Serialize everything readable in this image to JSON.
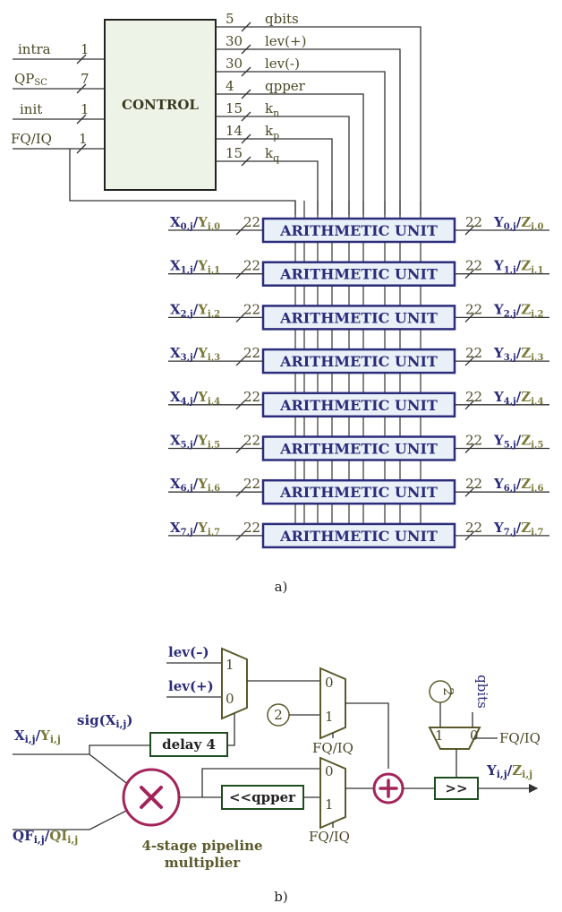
{
  "part_a": {
    "control_label": "CONTROL",
    "inputs": [
      {
        "name": "intra",
        "width": "1"
      },
      {
        "name_main": "QP",
        "name_sub": "SC",
        "width": "7"
      },
      {
        "name": "init",
        "width": "1"
      },
      {
        "name": "FQ/IQ",
        "width": "1"
      }
    ],
    "outputs": [
      {
        "width": "5",
        "name_main": "qbits",
        "name_sub": ""
      },
      {
        "width": "30",
        "name_main": "lev(+)",
        "name_sub": ""
      },
      {
        "width": "30",
        "name_main": "lev(-)",
        "name_sub": ""
      },
      {
        "width": "4",
        "name_main": "qpper",
        "name_sub": ""
      },
      {
        "width": "15",
        "name_main": "k",
        "name_sub": "n"
      },
      {
        "width": "14",
        "name_main": "k",
        "name_sub": "p"
      },
      {
        "width": "15",
        "name_main": "k",
        "name_sub": "q"
      }
    ],
    "unit_label": "ARITHMETIC UNIT",
    "unit_io_width": "22",
    "units": [
      {
        "in1": "X",
        "in1_sub": "0,j",
        "in2": "Y",
        "in2_sub": "i,0",
        "out1": "Y",
        "out1_sub": "0,j",
        "out2": "Z",
        "out2_sub": "i,0"
      },
      {
        "in1": "X",
        "in1_sub": "1,j",
        "in2": "Y",
        "in2_sub": "i,1",
        "out1": "Y",
        "out1_sub": "1,j",
        "out2": "Z",
        "out2_sub": "i,1"
      },
      {
        "in1": "X",
        "in1_sub": "2,j",
        "in2": "Y",
        "in2_sub": "i,2",
        "out1": "Y",
        "out1_sub": "2,j",
        "out2": "Z",
        "out2_sub": "i,2"
      },
      {
        "in1": "X",
        "in1_sub": "3,j",
        "in2": "Y",
        "in2_sub": "i,3",
        "out1": "Y",
        "out1_sub": "3,j",
        "out2": "Z",
        "out2_sub": "i,3"
      },
      {
        "in1": "X",
        "in1_sub": "4,j",
        "in2": "Y",
        "in2_sub": "i,4",
        "out1": "Y",
        "out1_sub": "4,j",
        "out2": "Z",
        "out2_sub": "i,4"
      },
      {
        "in1": "X",
        "in1_sub": "5,j",
        "in2": "Y",
        "in2_sub": "i,5",
        "out1": "Y",
        "out1_sub": "5,j",
        "out2": "Z",
        "out2_sub": "i,5"
      },
      {
        "in1": "X",
        "in1_sub": "6,j",
        "in2": "Y",
        "in2_sub": "i,6",
        "out1": "Y",
        "out1_sub": "6,j",
        "out2": "Z",
        "out2_sub": "i,6"
      },
      {
        "in1": "X",
        "in1_sub": "7,j",
        "in2": "Y",
        "in2_sub": "i,7",
        "out1": "Y",
        "out1_sub": "7,j",
        "out2": "Z",
        "out2_sub": "i,7"
      }
    ],
    "caption": "a)"
  },
  "part_b": {
    "lev_minus": "lev(–)",
    "lev_plus": "lev(+)",
    "mux_port_1": "1",
    "mux_port_0": "0",
    "sig_label": "sig(X",
    "sig_sub": "i,j",
    "sig_close": ")",
    "delay_label": "delay 4",
    "const_two": "2",
    "fqiq_label": "FQ/IQ",
    "x_in": "X",
    "x_in_sub": "i,j",
    "y_in": "Y",
    "y_in_sub": "i,j",
    "qf": "QF",
    "qf_sub": "i,j",
    "qi": "QI",
    "qi_sub": "i,j",
    "shift_label": "<<qpper",
    "right_shift_label": ">>",
    "qbits_label": "qbits",
    "y_out": "Y",
    "y_out_sub": "i,j",
    "z_out": "Z",
    "z_out_sub": "i,j",
    "multiplier_line1": "4-stage pipeline",
    "multiplier_line2": "multiplier",
    "caption": "b)"
  },
  "colors": {
    "olive": "#5c5a2c",
    "navy": "#2b2c7a",
    "box_fill": "#eef3e8",
    "au_fill": "#e9f0f8",
    "magenta": "#a3245a",
    "wire": "#333333"
  }
}
